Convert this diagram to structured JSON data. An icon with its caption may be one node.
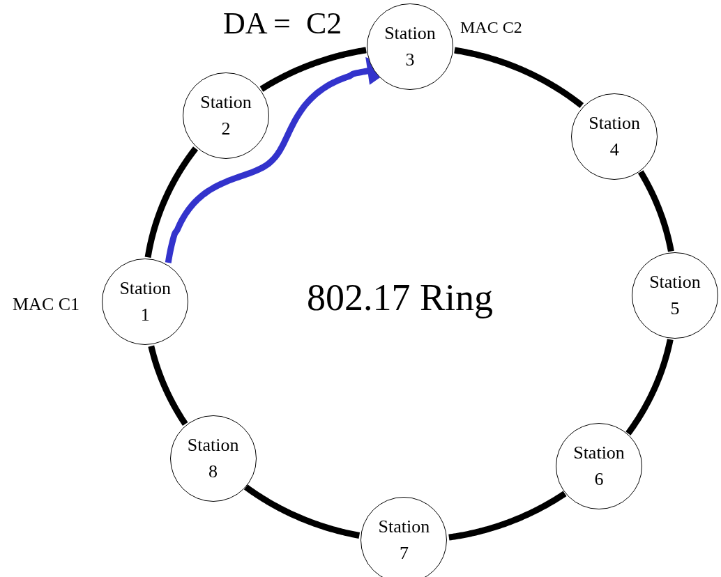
{
  "diagram": {
    "nodes": [
      {
        "text": [
          "Station 1"
        ],
        "beside": [
          "MAC C1"
        ]
      },
      {
        "text": [
          "Station 2"
        ]
      },
      {
        "text": [
          "Station 3"
        ],
        "beside": [
          "MAC C2"
        ]
      },
      {
        "text": [
          "Station 4"
        ]
      },
      {
        "text": [
          "Station 5"
        ]
      },
      {
        "text": [
          "Station 6"
        ]
      },
      {
        "text": [
          "Station 7"
        ]
      },
      {
        "text": [
          "Station 8"
        ]
      }
    ],
    "edges": [
      {
        "from": 0,
        "to": 1,
        "arrow": "none"
      },
      {
        "from": 1,
        "to": 2,
        "arrow": "none"
      },
      {
        "from": 2,
        "to": 3,
        "arrow": "none"
      },
      {
        "from": 3,
        "to": 4,
        "arrow": "none"
      },
      {
        "from": 4,
        "to": 5,
        "arrow": "none"
      },
      {
        "from": 5,
        "to": 6,
        "arrow": "none"
      },
      {
        "from": 6,
        "to": 7,
        "arrow": "none"
      },
      {
        "from": 7,
        "to": 0,
        "arrow": "none"
      },
      {
        "from": 0,
        "to": 2,
        "arrow": "to",
        "color": "#3333cc"
      }
    ],
    "labels": [
      "DA =  C2",
      "802.17 Ring"
    ]
  }
}
